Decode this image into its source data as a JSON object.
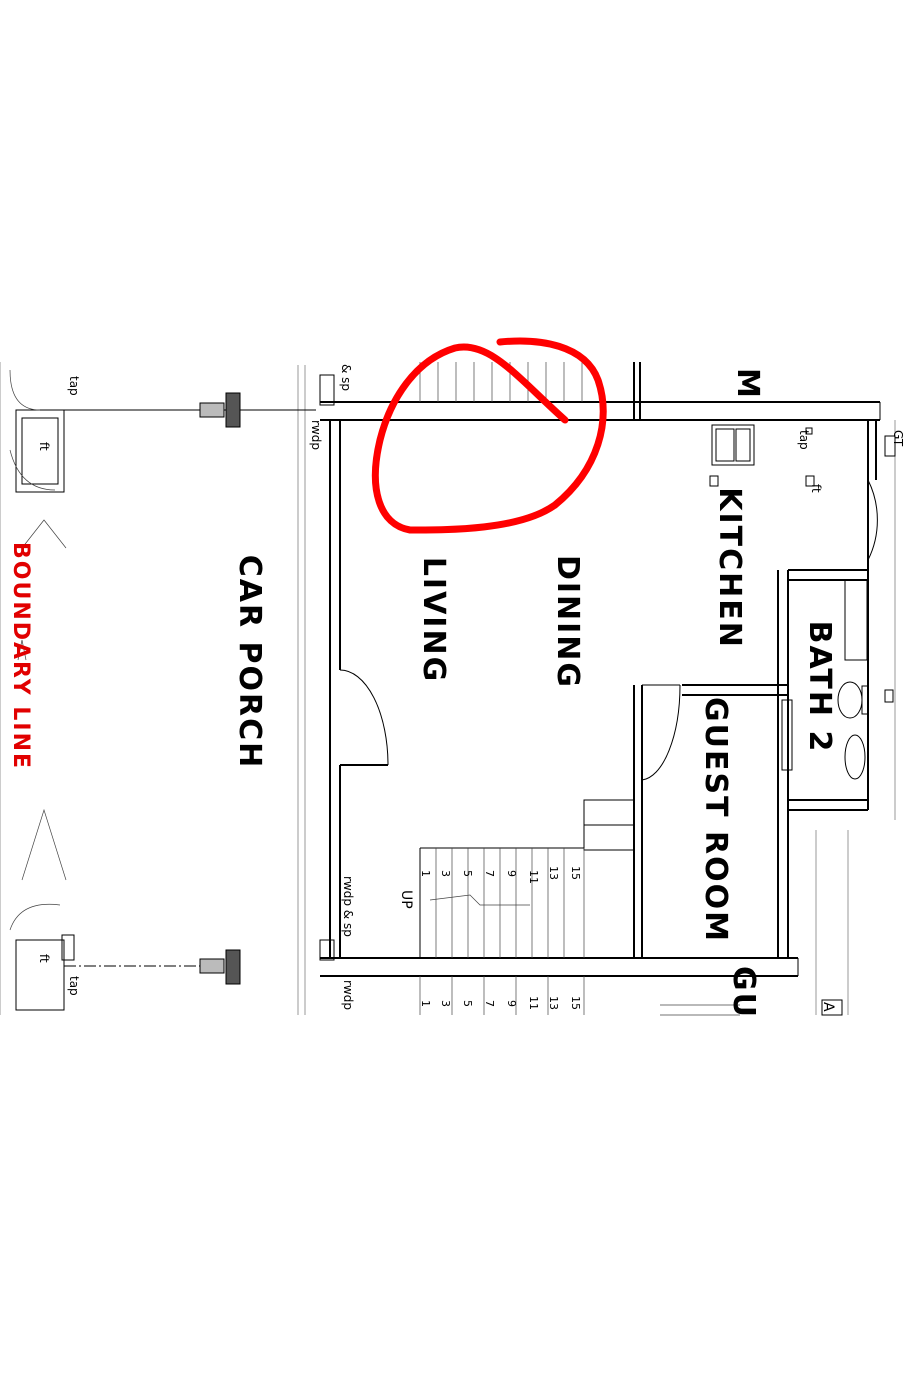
{
  "rooms": {
    "living": "LIVING",
    "dining": "DINING",
    "kitchen": "KITCHEN",
    "car_porch": "CAR PORCH",
    "bath_2": "BATH 2",
    "guest_room": "GUEST ROOM",
    "partial_top_m": "M",
    "partial_gu": "GU"
  },
  "boundary": {
    "label": "BOUNDARY LINE",
    "color": "#e10000"
  },
  "fixtures": {
    "tap_left_top": "tap",
    "tap_left_bottom": "tap",
    "tap_kitchen": "tap",
    "ft_left_top": "ft",
    "ft_left_bottom": "ft",
    "ft_kitchen": "ft",
    "gt": "GT",
    "rwdp_sp_top": "& sp",
    "rwdp_top": "rwdp",
    "rwdp_sp_mid": "rwdp & sp",
    "rwdp_bottom": "rwdp",
    "up": "UP",
    "a_partial": "A"
  },
  "stairs": {
    "upper_numbers": [
      "1",
      "3",
      "5",
      "7",
      "9",
      "11",
      "13",
      "15"
    ],
    "lower_numbers": [
      "1",
      "3",
      "5",
      "7",
      "9",
      "11",
      "13",
      "15"
    ]
  },
  "annotation": {
    "shape": "hand-drawn circle",
    "color": "#ff0000"
  }
}
